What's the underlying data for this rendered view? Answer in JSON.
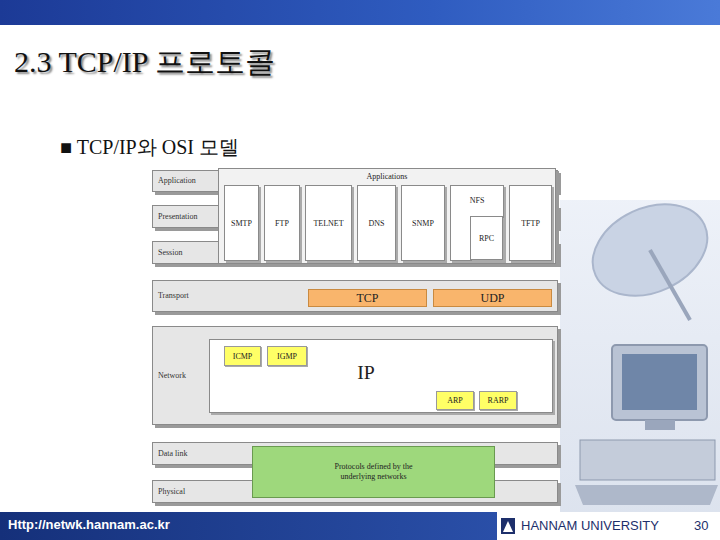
{
  "diagram": {
    "title": "2.3 TCP/IP 프로토콜",
    "nodes": [
      {
        "text": [
          "Application"
        ]
      },
      {
        "text": [
          "Presentation"
        ]
      },
      {
        "text": [
          "Session"
        ]
      },
      {
        "text": [
          "Applications"
        ]
      },
      {
        "text": [
          "SMTP"
        ],
        "in": 3
      },
      {
        "text": [
          "FTP"
        ],
        "in": 3
      },
      {
        "text": [
          "TELNET"
        ],
        "in": 3
      },
      {
        "text": [
          "DNS"
        ],
        "in": 3
      },
      {
        "text": [
          "SNMP"
        ],
        "in": 3
      },
      {
        "text": [
          "NFS"
        ],
        "in": 3
      },
      {
        "text": [
          "RPC"
        ],
        "in": 9
      },
      {
        "text": [
          "TFTP"
        ],
        "in": 3
      },
      {
        "text": [
          "Transport"
        ]
      },
      {
        "text": [
          "TCP"
        ],
        "in": 12
      },
      {
        "text": [
          "UDP"
        ],
        "in": 12
      },
      {
        "text": [
          "Network"
        ]
      },
      {
        "text": [
          "IP"
        ],
        "in": 15
      },
      {
        "text": [
          "ICMP"
        ],
        "in": 16
      },
      {
        "text": [
          "IGMP"
        ],
        "in": 16
      },
      {
        "text": [
          "ARP"
        ],
        "in": 16
      },
      {
        "text": [
          "RARP"
        ],
        "in": 16
      },
      {
        "text": [
          "Data link"
        ]
      },
      {
        "text": [
          "Physical"
        ]
      },
      {
        "text": [
          "Protocols defined by the underlying networks"
        ]
      }
    ],
    "labels": [
      "■ TCP/IP와 OSI 모델",
      "Http://netwk.hannam.ac.kr",
      "HANNAM UNIVERSITY",
      "30"
    ]
  }
}
